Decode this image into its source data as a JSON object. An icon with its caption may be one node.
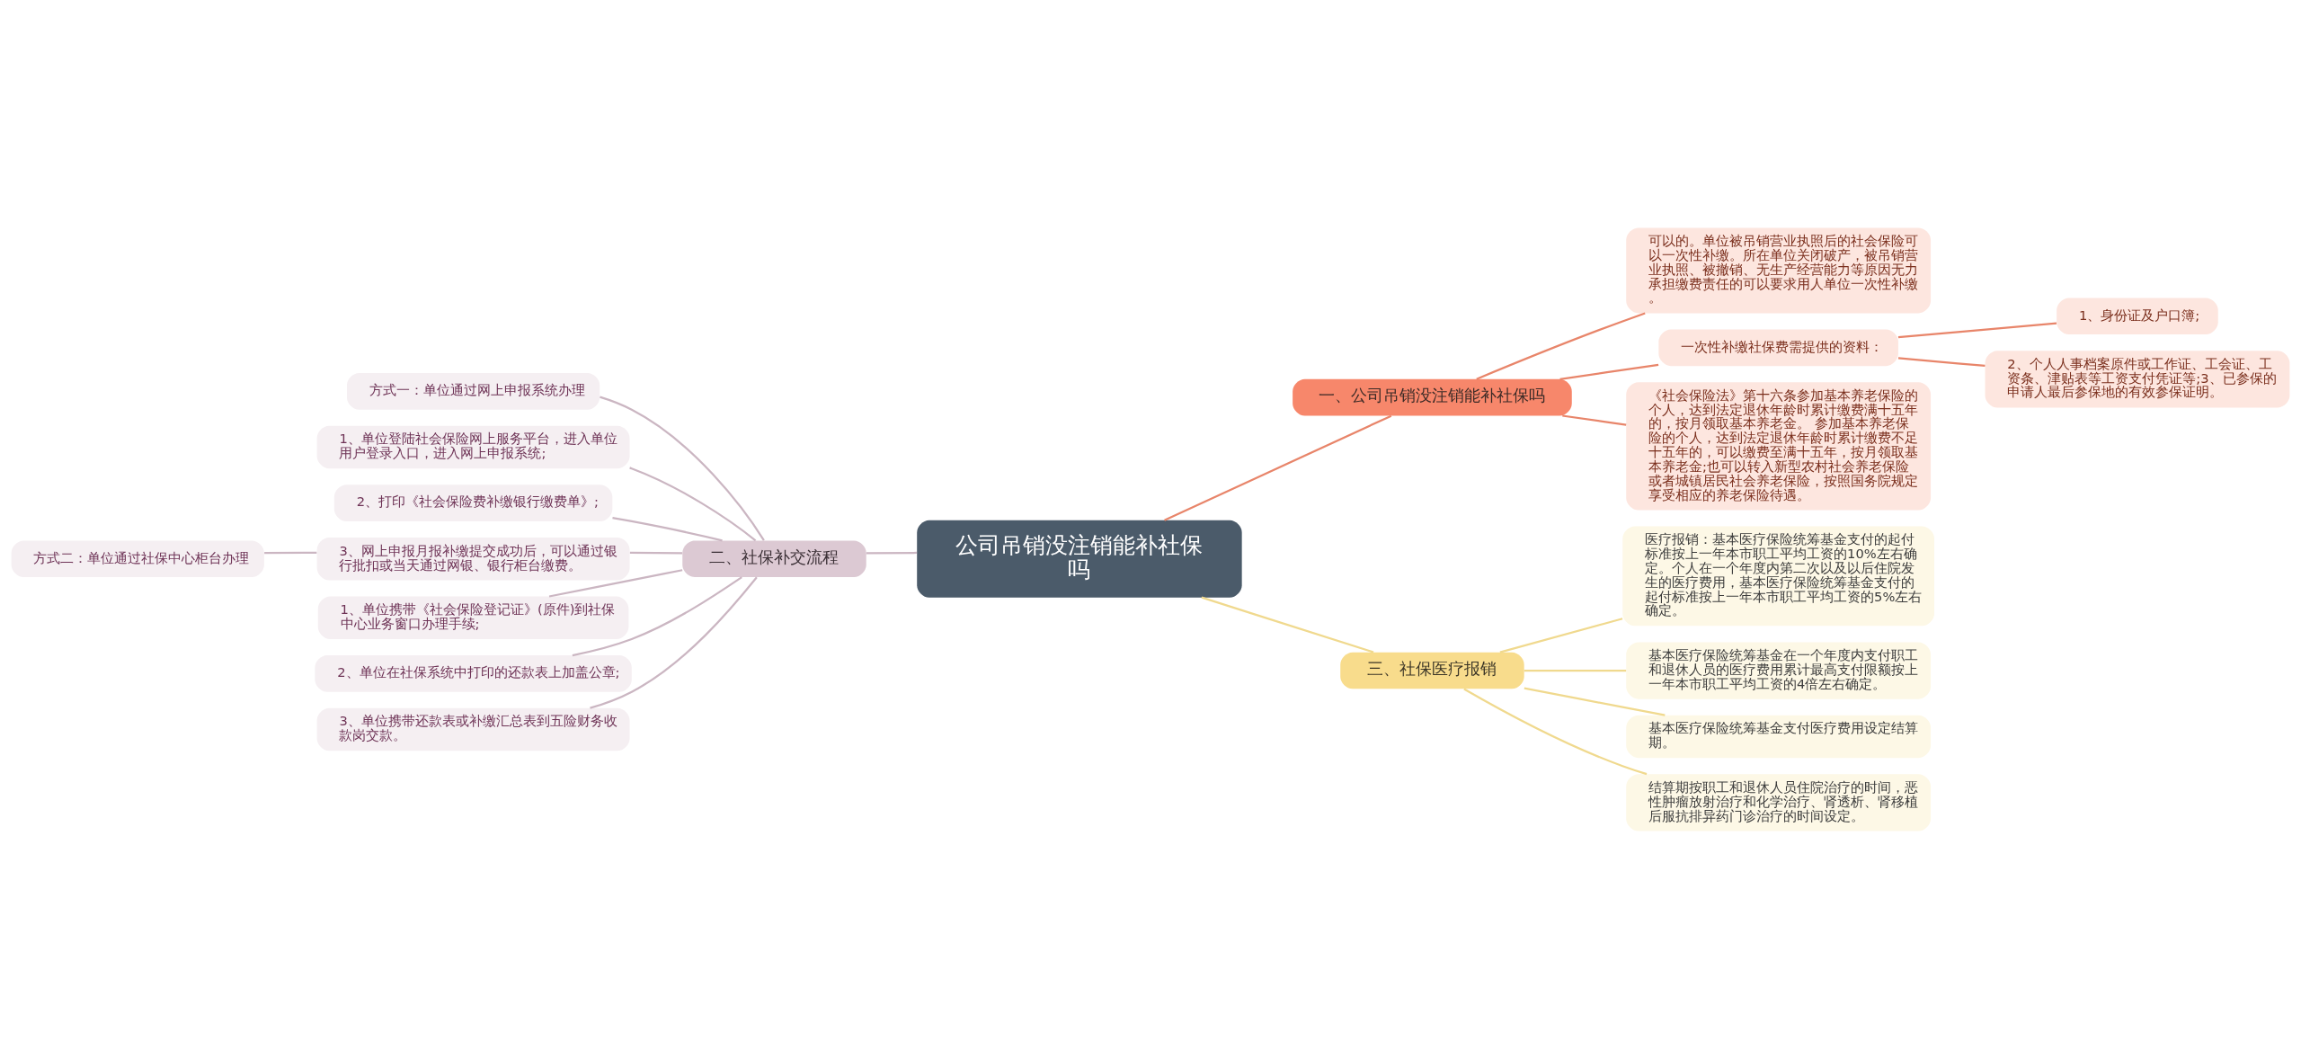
{
  "diagram": {
    "nodes": [
      {
        "text": [
          "公司吊销没注销能补社保吗"
        ]
      },
      {
        "text": [
          "一、公司吊销没注销能补社保吗"
        ]
      },
      {
        "text": [
          "可以的。单位被吊销营业执照后的社会保险可以一次性补缴。所在单位关闭破产，被吊销营业执照、被撤销、无生产经营能力等原因无力承担缴费责任的可以要求用人单位一次性补缴。"
        ]
      },
      {
        "text": [
          "一次性补缴社保费需提供的资料："
        ]
      },
      {
        "text": [
          "1、身份证及户口簿;"
        ]
      },
      {
        "text": [
          "2、个人人事档案原件或工作证、工会证、工资条、津贴表等工资支付凭证等;3、已参保的申请人最后参保地的有效参保证明。"
        ]
      },
      {
        "text": [
          "《社会保险法》第十六条参加基本养老保险的个人，达到法定退休年龄时累计缴费满十五年的，按月领取基本养老金。 参加基本养老保险的个人，达到法定退休年龄时累计缴费不足十五年的，可以缴费至满十五年，按月领取基本养老金;也可以转入新型农村社会养老保险或者城镇居民社会养老保险，按照国务院规定享受相应的养老保险待遇。"
        ]
      },
      {
        "text": [
          "二、社保补交流程"
        ]
      },
      {
        "text": [
          "方式一：单位通过网上申报系统办理"
        ]
      },
      {
        "text": [
          "1、单位登陆社会保险网上服务平台，进入单位用户登录入口，进入网上申报系统;"
        ]
      },
      {
        "text": [
          "2、打印《社会保险费补缴银行缴费单》;"
        ]
      },
      {
        "text": [
          "3、网上申报月报补缴提交成功后，可以通过银行批扣或当天通过网银、银行柜台缴费。"
        ]
      },
      {
        "text": [
          "方式二：单位通过社保中心柜台办理"
        ]
      },
      {
        "text": [
          "1、单位携带《社会保险登记证》(原件)到社保中心业务窗口办理手续;"
        ]
      },
      {
        "text": [
          "2、单位在社保系统中打印的还款表上加盖公章;"
        ]
      },
      {
        "text": [
          "3、单位携带还款表或补缴汇总表到五险财务收款岗交款。"
        ]
      },
      {
        "text": [
          "三、社保医疗报销"
        ]
      },
      {
        "text": [
          "医疗报销：基本医疗保险统筹基金支付的起付标准按上一年本市职工平均工资的10%左右确定。个人在一个年度内第二次以及以后住院发生的医疗费用，基本医疗保险统筹基金支付的起付标准按上一年本市职工平均工资的5%左右确定。"
        ]
      },
      {
        "text": [
          "基本医疗保险统筹基金在一个年度内支付职工和退休人员的医疗费用累计最高支付限额按上一年本市职工平均工资的4倍左右确定。"
        ]
      },
      {
        "text": [
          "基本医疗保险统筹基金支付医疗费用设定结算期。"
        ]
      },
      {
        "text": [
          "结算期按职工和退休人员住院治疗的时间，恶性肿瘤放射治疗和化学治疗、肾透析、肾移植后服抗排异药门诊治疗的时间设定。"
        ]
      }
    ],
    "edges": [
      {
        "from": 0,
        "to": 1,
        "arrow": "none",
        "color": "#e8856a"
      },
      {
        "from": 1,
        "to": 2,
        "arrow": "none",
        "color": "#e8856a"
      },
      {
        "from": 1,
        "to": 3,
        "arrow": "none",
        "color": "#e8856a"
      },
      {
        "from": 3,
        "to": 4,
        "arrow": "none",
        "color": "#e8856a"
      },
      {
        "from": 3,
        "to": 5,
        "arrow": "none",
        "color": "#e8856a"
      },
      {
        "from": 1,
        "to": 6,
        "arrow": "none",
        "color": "#e8856a"
      },
      {
        "from": 0,
        "to": 7,
        "arrow": "none"
      },
      {
        "from": 7,
        "to": 8,
        "arrow": "none"
      },
      {
        "from": 7,
        "to": 9,
        "arrow": "none"
      },
      {
        "from": 7,
        "to": 10,
        "arrow": "none"
      },
      {
        "from": 7,
        "to": 11,
        "arrow": "none"
      },
      {
        "from": 11,
        "to": 12,
        "arrow": "none"
      },
      {
        "from": 7,
        "to": 13,
        "arrow": "none"
      },
      {
        "from": 7,
        "to": 14,
        "arrow": "none"
      },
      {
        "from": 7,
        "to": 15,
        "arrow": "none"
      },
      {
        "from": 0,
        "to": 16,
        "arrow": "none",
        "color": "#f0d98e"
      },
      {
        "from": 16,
        "to": 17,
        "arrow": "none",
        "color": "#f0d98e"
      },
      {
        "from": 16,
        "to": 18,
        "arrow": "none",
        "color": "#f0d98e"
      },
      {
        "from": 16,
        "to": 19,
        "arrow": "none",
        "color": "#f0d98e"
      },
      {
        "from": 16,
        "to": 20,
        "arrow": "none",
        "color": "#f0d98e"
      }
    ]
  }
}
